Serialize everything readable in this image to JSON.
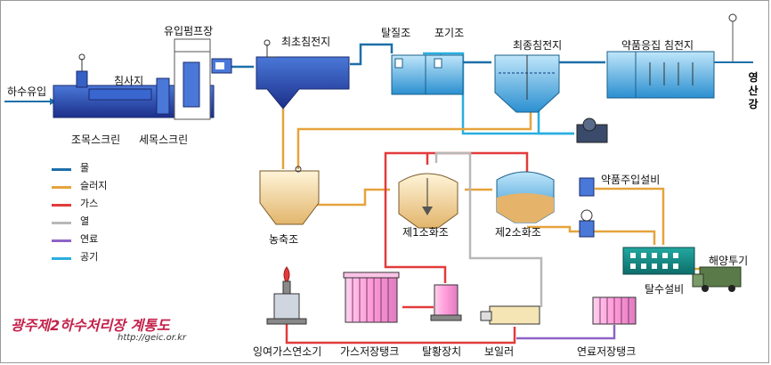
{
  "title": "광주제2하수처리장 계통도",
  "url": "http://geic.or.kr",
  "colors": {
    "water": "#1d6fa8",
    "sludge": "#e6a33c",
    "gas": "#e23b3b",
    "heat": "#b8b8b8",
    "fuel": "#8e63c7",
    "air": "#29aee0",
    "tank": "#2846a6"
  },
  "legend": [
    {
      "label": "물",
      "color": "#1d6fa8"
    },
    {
      "label": "슬러지",
      "color": "#e6a33c"
    },
    {
      "label": "가스",
      "color": "#e23b3b"
    },
    {
      "label": "열",
      "color": "#b8b8b8"
    },
    {
      "label": "연료",
      "color": "#8e63c7"
    },
    {
      "label": "공기",
      "color": "#29aee0"
    }
  ],
  "labels": {
    "inflow": "하수유입",
    "grit": "침사지",
    "pump": "유입펌프장",
    "coarse": "조목스크린",
    "fine": "세목스크린",
    "primary": "최초침전지",
    "denitrification": "탈질조",
    "aeration": "포기조",
    "final": "최종침전지",
    "chemical": "약품응집 침전지",
    "river": "영산강",
    "thickener": "농축조",
    "digester1": "제1소화조",
    "digester2": "제2소화조",
    "chemfeed": "약품주입설비",
    "dewater": "탈수설비",
    "ocean": "해양투기",
    "burner": "잉여가스연소기",
    "gastank": "가스저장탱크",
    "desulf": "탈황장치",
    "boiler": "보일러",
    "fueltank": "연료저장탱크"
  }
}
